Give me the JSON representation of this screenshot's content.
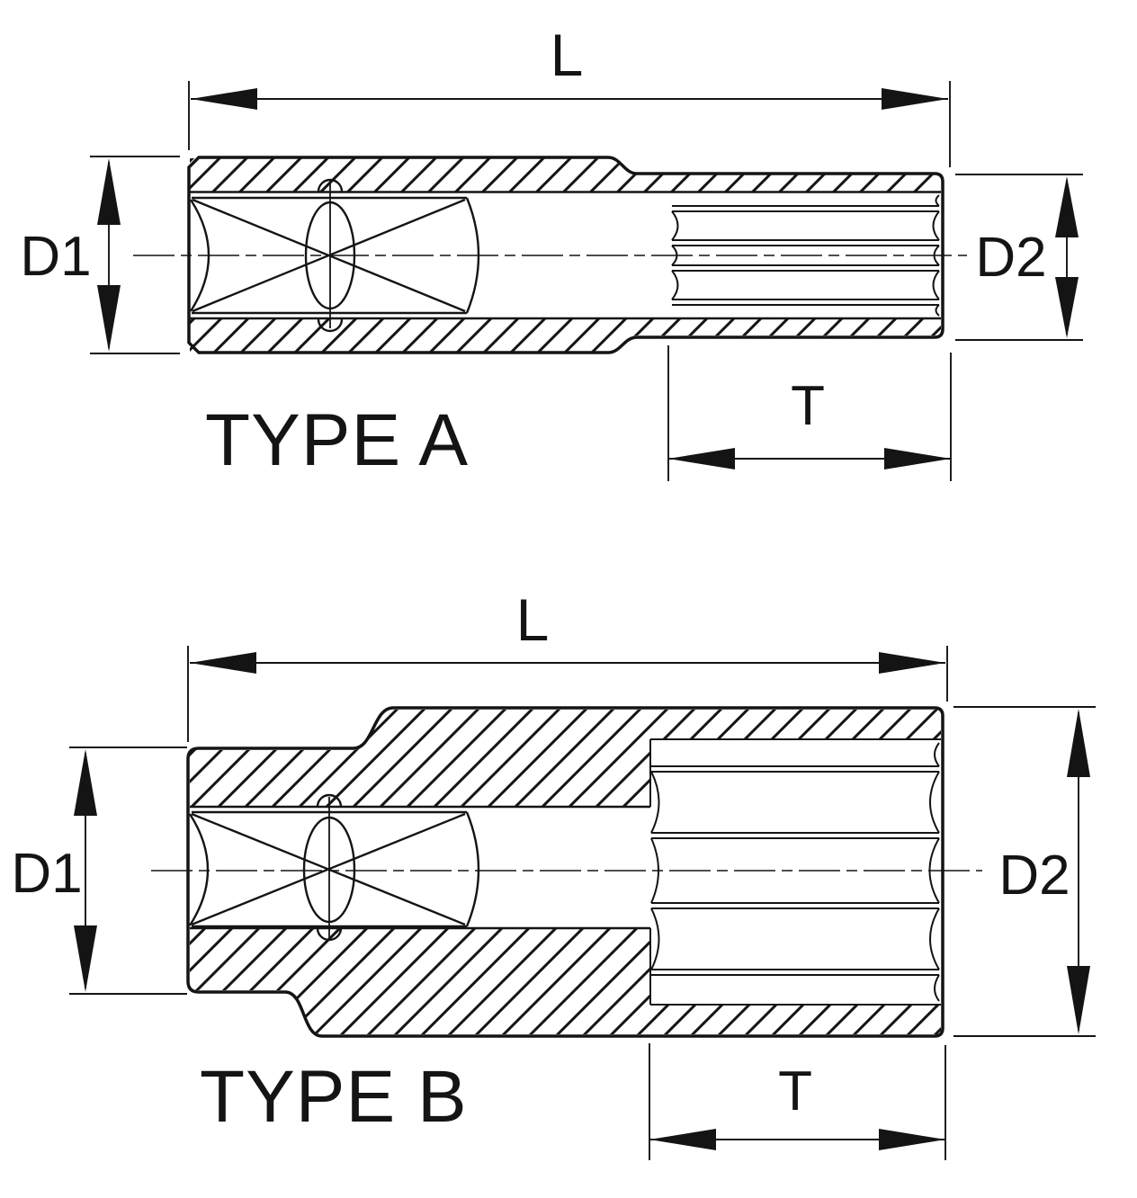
{
  "page": {
    "background": "#ffffff",
    "ink": "#141414",
    "description": "Technical cross-section drawing of two deep socket styles"
  },
  "drawings": [
    {
      "caption": "TYPE A",
      "dims": {
        "length": "L",
        "front_diameter": "D1",
        "rear_diameter": "D2",
        "head_depth": "T"
      }
    },
    {
      "caption": "TYPE B",
      "dims": {
        "length": "L",
        "front_diameter": "D1",
        "rear_diameter": "D2",
        "head_depth": "T"
      }
    }
  ]
}
